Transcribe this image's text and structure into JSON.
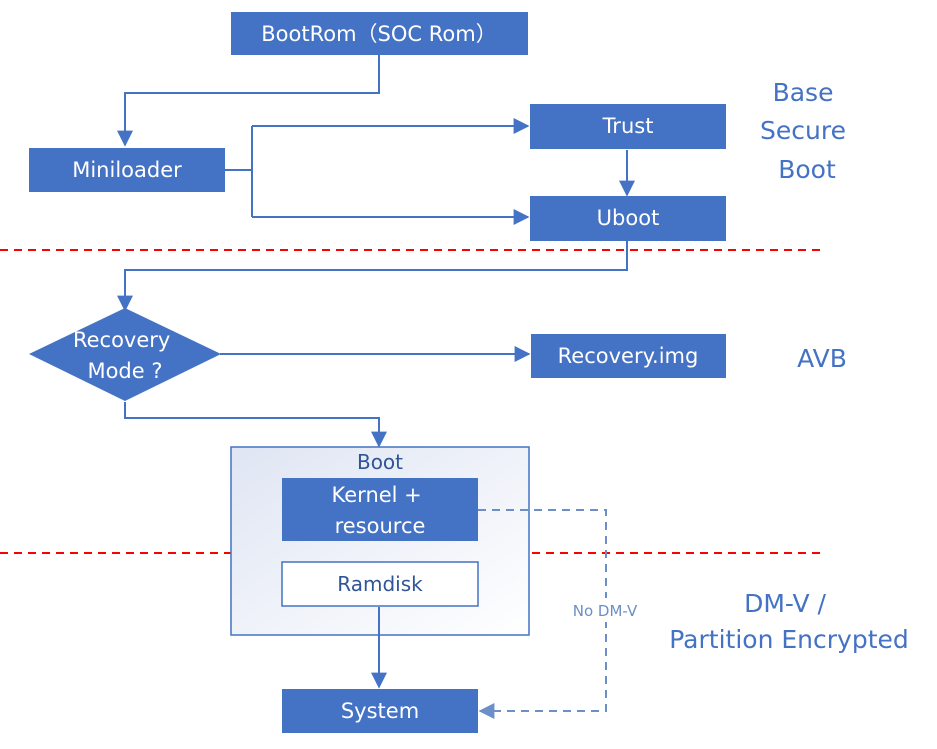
{
  "nodes": {
    "bootrom": "BootRom（SOC Rom）",
    "miniloader": "Miniloader",
    "trust": "Trust",
    "uboot": "Uboot",
    "recovery_mode": [
      "Recovery",
      "Mode ?"
    ],
    "recovery_img": "Recovery.img",
    "boot_container": "Boot",
    "kernel": [
      "Kernel +",
      "resource"
    ],
    "ramdisk": "Ramdisk",
    "system": "System"
  },
  "edge_labels": {
    "no_dmv": "No DM-V"
  },
  "side_labels": {
    "base_secure_boot": [
      "Base",
      "Secure",
      "Boot"
    ],
    "avb": "AVB",
    "dmv": [
      "DM-V /",
      "Partition Encrypted"
    ]
  },
  "colors": {
    "box_fill": "#4472c4",
    "line": "#4472c4",
    "dashed_line": "#6b8fc6",
    "separator": "#ff0000",
    "label": "#4472c4"
  }
}
